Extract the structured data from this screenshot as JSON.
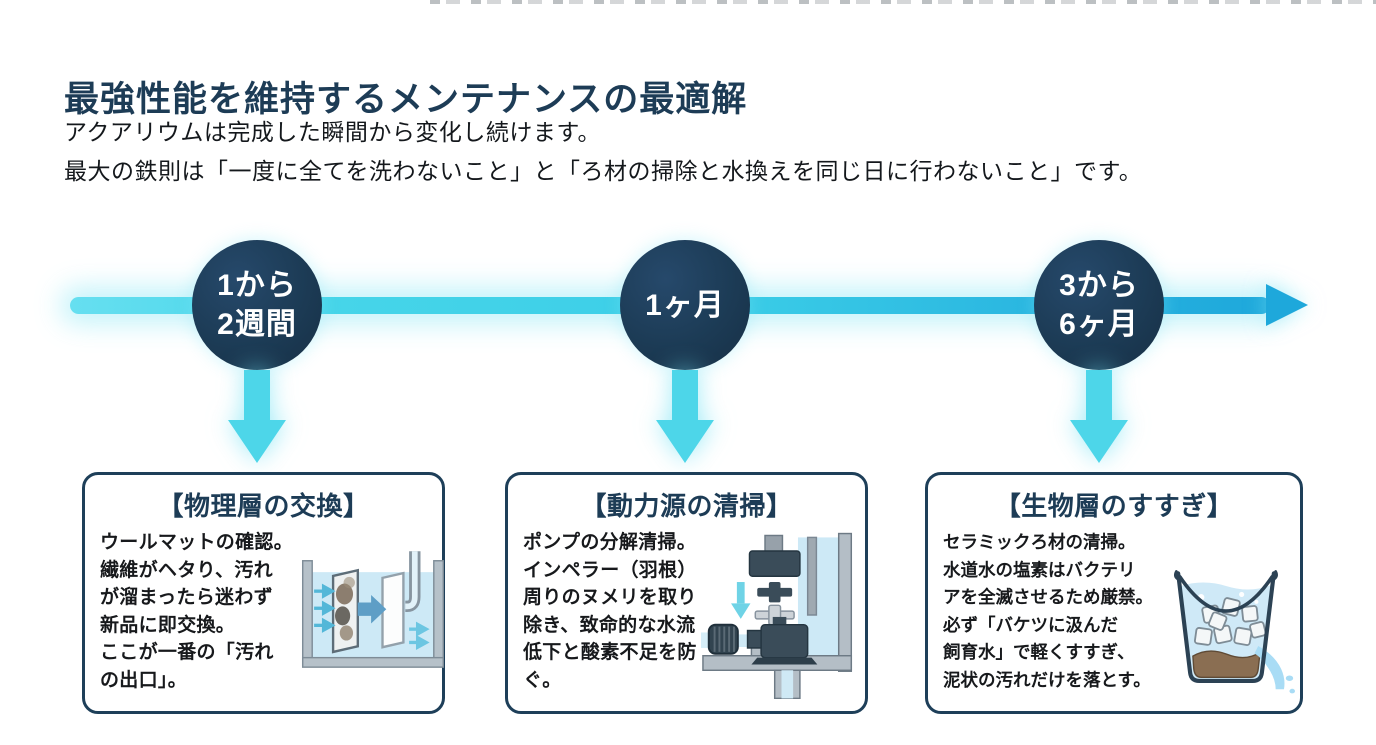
{
  "header": {
    "title": "最強性能を維持するメンテナンスの最適解",
    "subtitle": "アクアリウムは完成した瞬間から変化し続けます。\n最大の鉄則は「一度に全てを洗わないこと」と「ろ材の掃除と水換えを同じ日に行わないこと」です。"
  },
  "timeline": {
    "direction": "left-to-right",
    "milestones": [
      {
        "label": "1から\n2週間"
      },
      {
        "label": "1ヶ月"
      },
      {
        "label": "3から\n6ヶ月"
      }
    ]
  },
  "cards": [
    {
      "title": "【物理層の交換】",
      "body": "ウールマットの確認。\n繊維がヘタり、汚れ\nが溜まったら迷わず\n新品に即交換。\nここが一番の「汚れ\nの出口」。",
      "illustration": "wool-mat-filter-illustration"
    },
    {
      "title": "【動力源の清掃】",
      "body": "ポンプの分解清掃。\nインペラー（羽根）\n周りのヌメリを取り\n除き、致命的な水流\n低下と酸素不足を防\nぐ。",
      "illustration": "pump-disassembly-illustration"
    },
    {
      "title": "【生物層のすすぎ】",
      "body": "セラミックろ材の清掃。\n水道水の塩素はバクテリ\nアを全滅させるため厳禁。\n必ず「バケツに汲んだ\n飼育水」で軽くすすぎ、\n泥状の汚れだけを落とす。",
      "illustration": "bucket-rinse-illustration"
    }
  ],
  "colors": {
    "heading_navy": "#1d3c56",
    "circle_navy": "#1c3b55",
    "timeline_cyan": "#3bcde7",
    "timeline_deep_blue": "#1ea8db",
    "down_arrow_cyan": "#4dd6e9",
    "card_border_navy": "#1e3f59",
    "water_blue": "#cde9f6",
    "sediment_brown": "#8a6e52"
  }
}
